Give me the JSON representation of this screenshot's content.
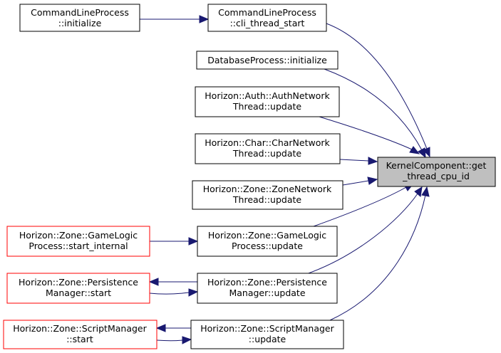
{
  "diagram": {
    "nodes": {
      "cli_initialize": [
        "CommandLineProcess",
        "::initialize"
      ],
      "cli_thread_start": [
        "CommandLineProcess",
        "::cli_thread_start"
      ],
      "db_initialize": [
        "DatabaseProcess::initialize"
      ],
      "auth_update": [
        "Horizon::Auth::AuthNetwork",
        "Thread::update"
      ],
      "char_update": [
        "Horizon::Char::CharNetwork",
        "Thread::update"
      ],
      "zone_net_update": [
        "Horizon::Zone::ZoneNetwork",
        "Thread::update"
      ],
      "gamelogic_start_internal": [
        "Horizon::Zone::GameLogic",
        "Process::start_internal"
      ],
      "gamelogic_update": [
        "Horizon::Zone::GameLogic",
        "Process::update"
      ],
      "persistence_start": [
        "Horizon::Zone::Persistence",
        "Manager::start"
      ],
      "persistence_update": [
        "Horizon::Zone::Persistence",
        "Manager::update"
      ],
      "script_start": [
        "Horizon::Zone::ScriptManager",
        "::start"
      ],
      "script_update": [
        "Horizon::Zone::ScriptManager",
        "::update"
      ],
      "get_thread_cpu_id": [
        "KernelComponent::get",
        "_thread_cpu_id"
      ]
    }
  }
}
